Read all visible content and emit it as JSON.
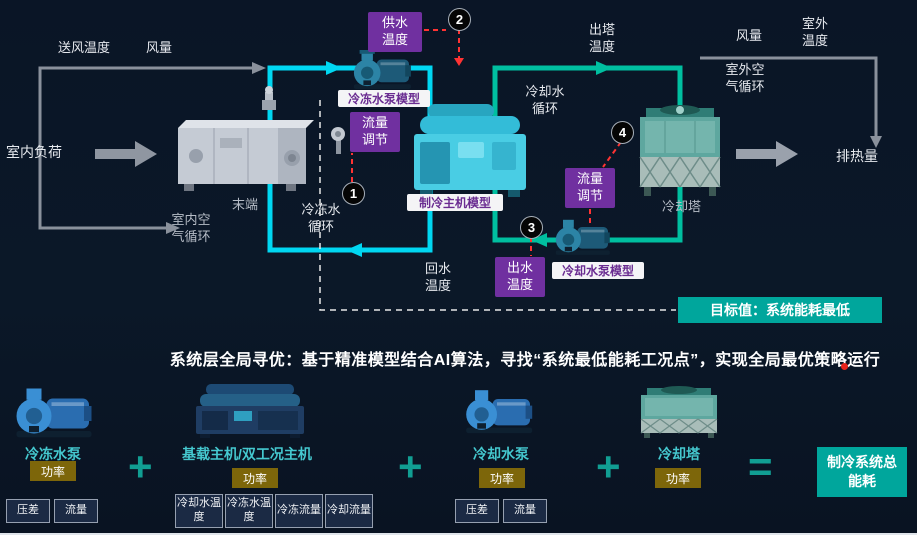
{
  "diagram": {
    "supply_air_temp": "送风温度",
    "air_volume_left": "风量",
    "indoor_load": "室内负荷",
    "terminal": "末端",
    "indoor_air_loop": "室内空气循环",
    "chilled_water_loop": "冷冻水循环",
    "supply_water_temp": "供水温度",
    "chilled_pump_model": "冷冻水泵模型",
    "flow_adjust_left": "流量调节",
    "chiller_model": "制冷主机模型",
    "return_water_temp": "回水温度",
    "cooling_water_loop": "冷却水循环",
    "tower_outlet_temp": "出塔温度",
    "flow_adjust_right": "流量调节",
    "outlet_water_temp": "出水温度",
    "cooling_pump_model": "冷却水泵模型",
    "cooling_tower": "冷却塔",
    "outdoor_air_loop": "室外空气循环",
    "air_volume_right": "风量",
    "outdoor_temp": "室外温度",
    "heat_rejection": "排热量",
    "target": "目标值：系统能耗最低",
    "badges": {
      "b1": "1",
      "b2": "2",
      "b3": "3",
      "b4": "4"
    }
  },
  "headline": "系统层全局寻优：基于精准模型结合AI算法，寻找“系统最低能耗工况点”，实现全局最优策略运行",
  "bottom": {
    "pump_chilled": {
      "label": "冷冻水泵",
      "power": "功率",
      "params": [
        "压差",
        "流量"
      ]
    },
    "chiller": {
      "label": "基载主机/双工况主机",
      "power": "功率",
      "params": [
        "冷却水温度",
        "冷冻水温度",
        "冷冻流量",
        "冷却流量"
      ]
    },
    "pump_cooling": {
      "label": "冷却水泵",
      "power": "功率",
      "params": [
        "压差",
        "流量"
      ]
    },
    "tower": {
      "label": "冷却塔",
      "power": "功率"
    },
    "plus": "+",
    "equals": "=",
    "result": "制冷系统总能耗"
  },
  "colors": {
    "purple": "#7030a0",
    "teal_box": "#00a69c",
    "chilled_pipe": "#00d7f2",
    "cooling_pipe": "#00bfa0",
    "red_link": "#ff3333",
    "power_box": "#7d660a"
  }
}
